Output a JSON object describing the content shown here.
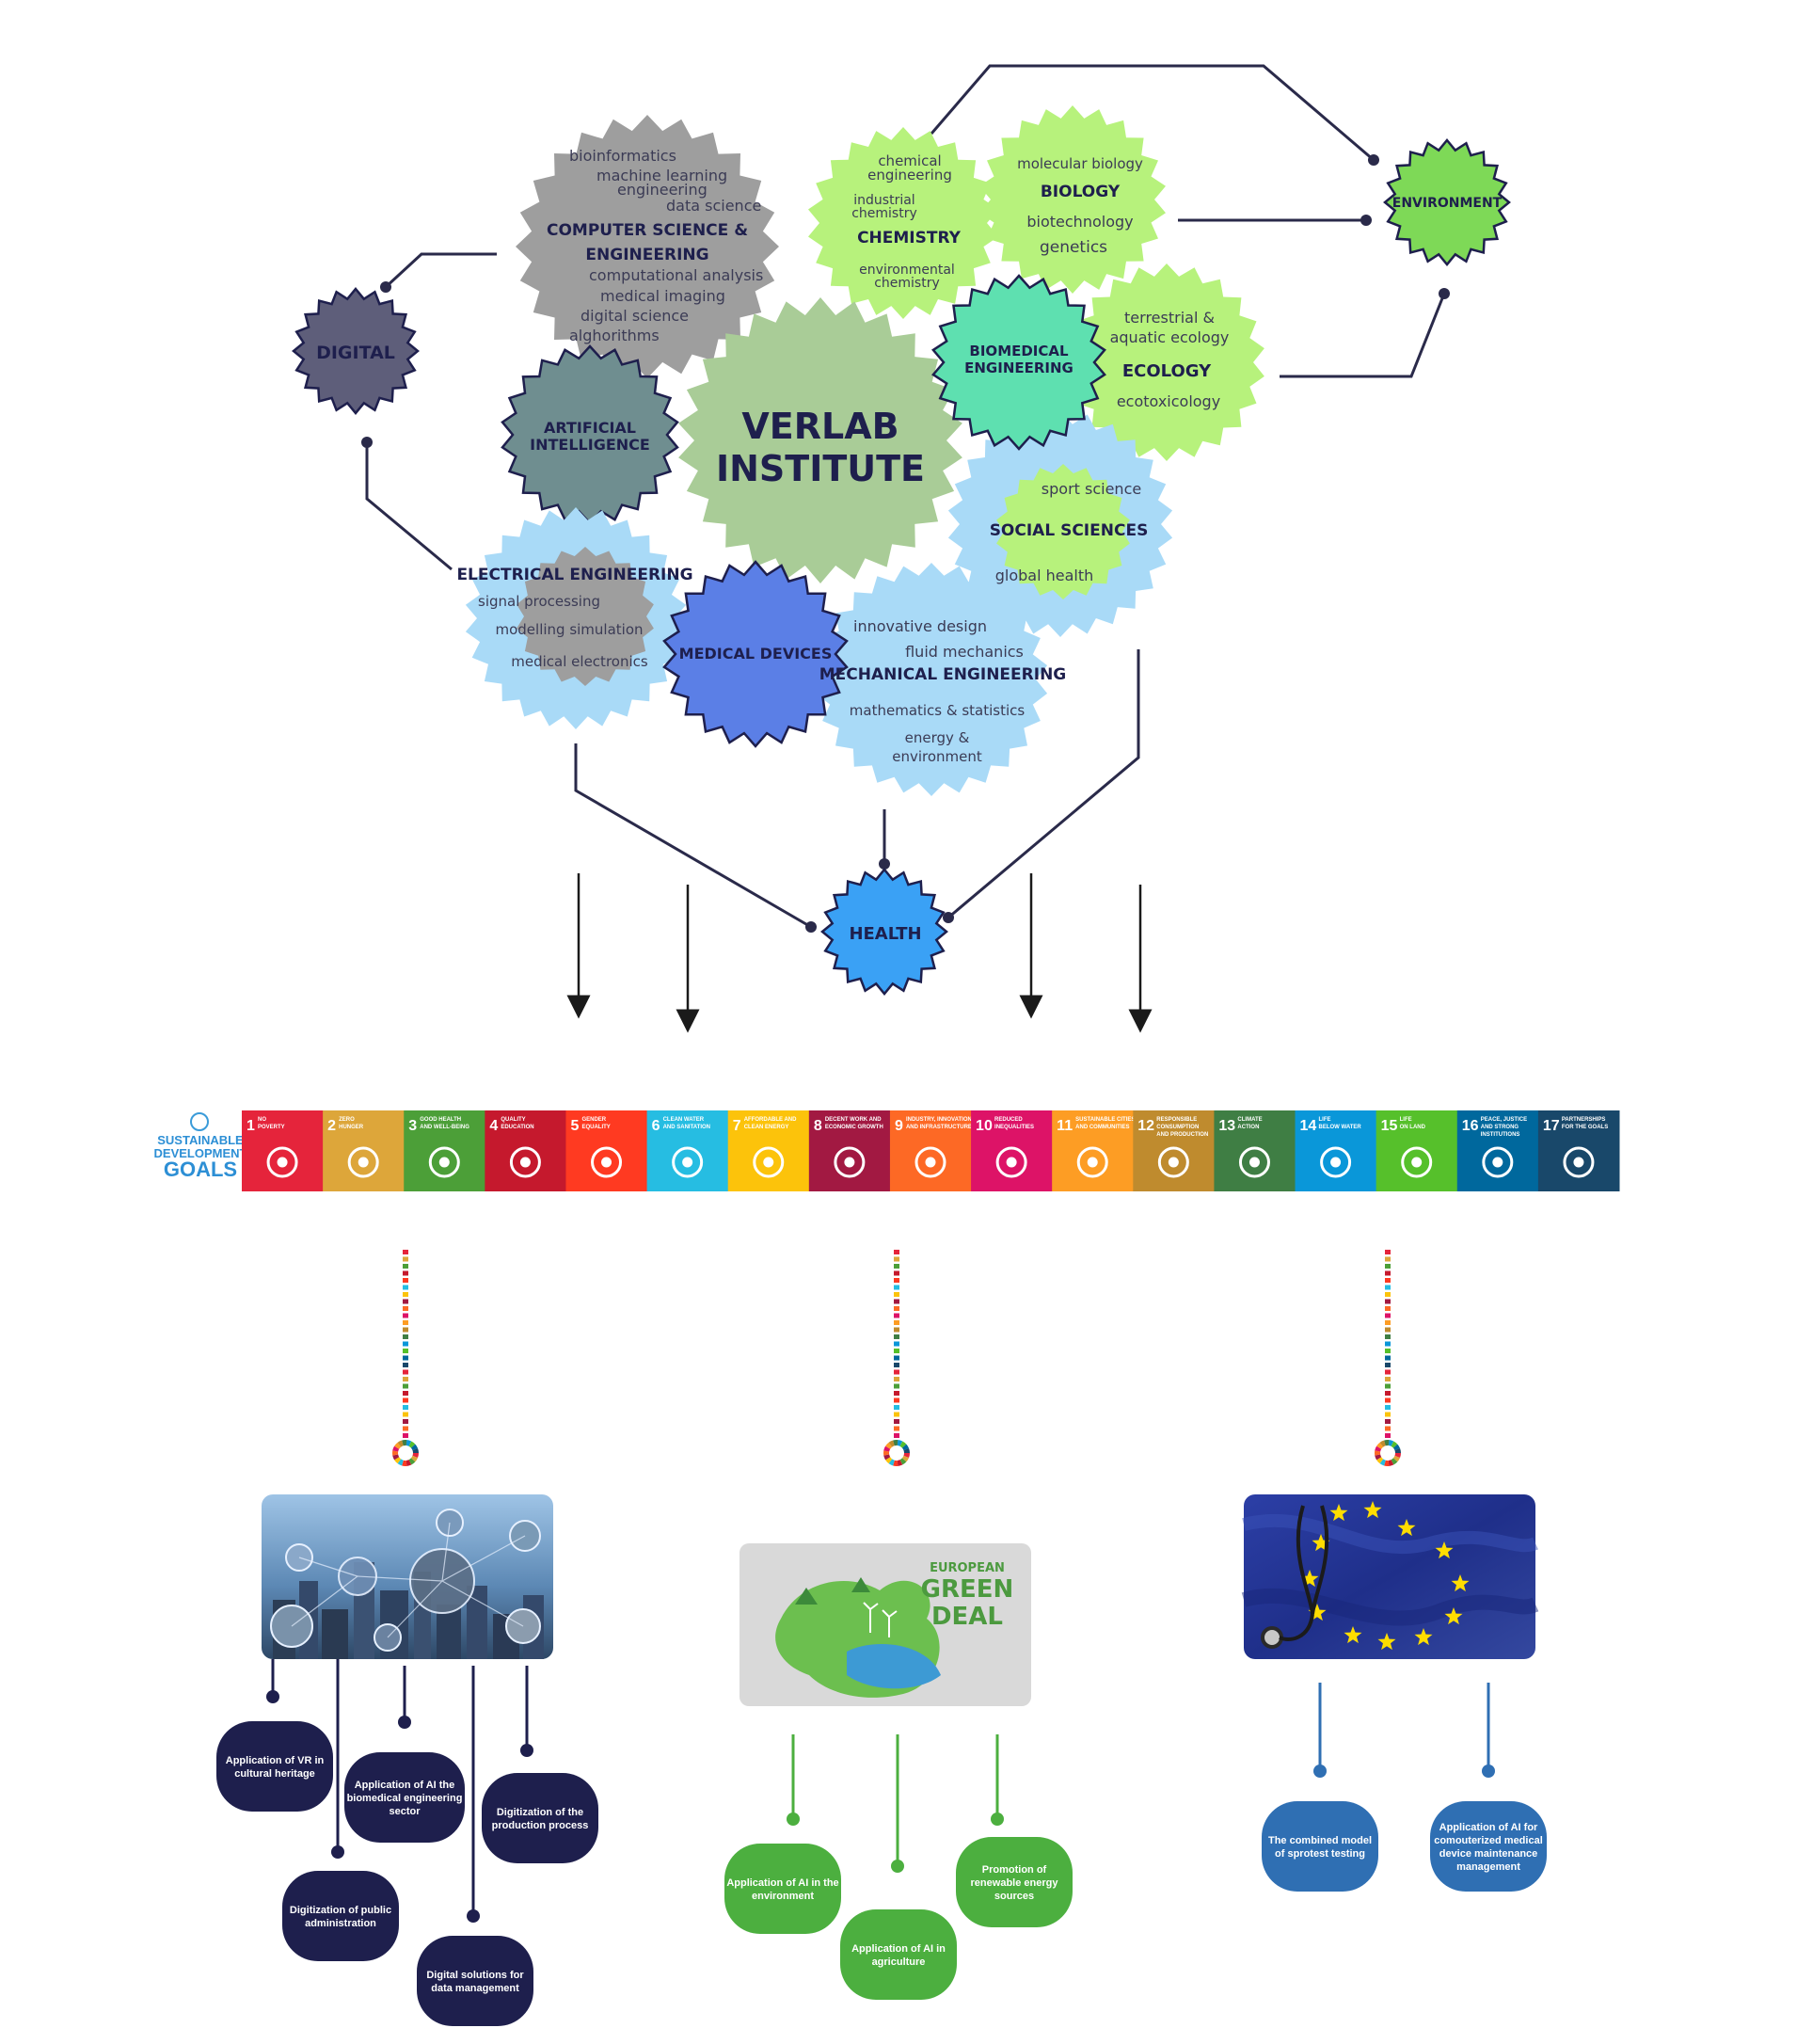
{
  "colors": {
    "line": "#2a2a4a",
    "gray_gear": "#9e9e9e",
    "digital_gear": "#5e5e7a",
    "ai_gear": "#6f8e90",
    "verlab_gear": "#a9cc97",
    "light_green": "#b7f27c",
    "biomed_gear": "#5ee0b0",
    "light_blue": "#a9daf7",
    "medical_devices": "#5b7fe6",
    "health": "#3aa1f5",
    "environment": "#7ed957",
    "navy": "#1e1f4d",
    "green": "#4caf3f",
    "blue": "#2f6fb3"
  },
  "center": {
    "title_line1": "VERLAB",
    "title_line2": "INSTITUTE"
  },
  "hubs": {
    "digital": "DIGITAL",
    "environment": "ENVIRONMENT",
    "health": "HEALTH"
  },
  "gears": {
    "cs": {
      "title1": "COMPUTER SCIENCE &",
      "title2": "ENGINEERING",
      "topics": [
        "bioinformatics",
        "machine learning",
        "engineering",
        "data science",
        "computational analysis",
        "medical imaging",
        "digital science",
        "alghorithms"
      ]
    },
    "ai": {
      "title1": "ARTIFICIAL",
      "title2": "INTELLIGENCE"
    },
    "chemistry": {
      "title": "CHEMISTRY",
      "topics": [
        "chemical",
        "engineering",
        "industrial",
        "chemistry",
        "environmental",
        "chemistry"
      ]
    },
    "biology": {
      "title": "BIOLOGY",
      "topics": [
        "molecular biology",
        "biotechnology",
        "genetics"
      ]
    },
    "biomedical": {
      "title1": "BIOMEDICAL",
      "title2": "ENGINEERING"
    },
    "ecology": {
      "title": "ECOLOGY",
      "topics": [
        "terrestrial &",
        "aquatic ecology",
        "ecotoxicology"
      ]
    },
    "social": {
      "title": "SOCIAL SCIENCES",
      "topics": [
        "sport science",
        "global health"
      ]
    },
    "electrical": {
      "title": "ELECTRICAL ENGINEERING",
      "topics": [
        "signal processing",
        "modelling simulation",
        "medical electronics"
      ]
    },
    "medical_devices": {
      "title": "MEDICAL DEVICES"
    },
    "mechanical": {
      "title": "MECHANICAL ENGINEERING",
      "topics": [
        "innovative design",
        "fluid mechanics",
        "mathematics & statistics",
        "energy &",
        "environment"
      ]
    }
  },
  "sdg": {
    "logo_line1": "SUSTAINABLE",
    "logo_line2": "DEVELOPMENT",
    "logo_line3": "GOALS",
    "goals": [
      {
        "num": "1",
        "l1": "NO",
        "l2": "POVERTY",
        "color": "#e5243b",
        "icon": "family-icon"
      },
      {
        "num": "2",
        "l1": "ZERO",
        "l2": "HUNGER",
        "color": "#dda63a",
        "icon": "bowl-icon"
      },
      {
        "num": "3",
        "l1": "GOOD HEALTH",
        "l2": "AND WELL-BEING",
        "color": "#4c9f38",
        "icon": "heartbeat-icon"
      },
      {
        "num": "4",
        "l1": "QUALITY",
        "l2": "EDUCATION",
        "color": "#c5192d",
        "icon": "book-icon"
      },
      {
        "num": "5",
        "l1": "GENDER",
        "l2": "EQUALITY",
        "color": "#ff3a21",
        "icon": "gender-icon"
      },
      {
        "num": "6",
        "l1": "CLEAN WATER",
        "l2": "AND SANITATION",
        "color": "#26bde2",
        "icon": "water-drop-icon"
      },
      {
        "num": "7",
        "l1": "AFFORDABLE AND",
        "l2": "CLEAN ENERGY",
        "color": "#fcc30b",
        "icon": "sun-icon"
      },
      {
        "num": "8",
        "l1": "DECENT WORK AND",
        "l2": "ECONOMIC GROWTH",
        "color": "#a21942",
        "icon": "growth-chart-icon"
      },
      {
        "num": "9",
        "l1": "INDUSTRY, INNOVATION",
        "l2": "AND INFRASTRUCTURE",
        "color": "#fd6925",
        "icon": "cubes-icon"
      },
      {
        "num": "10",
        "l1": "REDUCED",
        "l2": "INEQUALITIES",
        "color": "#dd1367",
        "icon": "equality-arrows-icon"
      },
      {
        "num": "11",
        "l1": "SUSTAINABLE CITIES",
        "l2": "AND COMMUNITIES",
        "color": "#fd9d24",
        "icon": "city-icon"
      },
      {
        "num": "12",
        "l1": "RESPONSIBLE",
        "l2": "CONSUMPTION",
        "l3": "AND PRODUCTION",
        "color": "#bf8b2e",
        "icon": "infinity-icon"
      },
      {
        "num": "13",
        "l1": "CLIMATE",
        "l2": "ACTION",
        "color": "#3f7e44",
        "icon": "eye-globe-icon"
      },
      {
        "num": "14",
        "l1": "LIFE",
        "l2": "BELOW WATER",
        "color": "#0a97d9",
        "icon": "fish-icon"
      },
      {
        "num": "15",
        "l1": "LIFE",
        "l2": "ON LAND",
        "color": "#56c02b",
        "icon": "tree-icon"
      },
      {
        "num": "16",
        "l1": "PEACE, JUSTICE",
        "l2": "AND STRONG",
        "l3": "INSTITUTIONS",
        "color": "#00689d",
        "icon": "dove-icon"
      },
      {
        "num": "17",
        "l1": "PARTNERSHIPS",
        "l2": "FOR THE GOALS",
        "color": "#19486a",
        "icon": "flower-icon"
      }
    ]
  },
  "branches": {
    "digital": {
      "items": [
        {
          "l1": "Application of VR in",
          "l2": "cultural heritage"
        },
        {
          "l1": "Application of AI the",
          "l2": "biomedical engineering",
          "l3": "sector"
        },
        {
          "l1": "Digitization of the",
          "l2": "production process"
        },
        {
          "l1": "Digitization of public",
          "l2": "administration"
        },
        {
          "l1": "Digital solutions for",
          "l2": "data management"
        }
      ]
    },
    "green": {
      "image_text1": "EUROPEAN",
      "image_text2": "GREEN",
      "image_text3": "DEAL",
      "items": [
        {
          "l1": "Application of AI in the",
          "l2": "environment"
        },
        {
          "l1": "Application of AI in",
          "l2": "agriculture"
        },
        {
          "l1": "Promotion of",
          "l2": "renewable energy",
          "l3": "sources"
        }
      ]
    },
    "health": {
      "items": [
        {
          "l1": "The combined model",
          "l2": "of sprotest testing"
        },
        {
          "l1": "Application of AI for",
          "l2": "comouterized medical",
          "l3": "device maintenance",
          "l4": "management"
        }
      ]
    }
  }
}
